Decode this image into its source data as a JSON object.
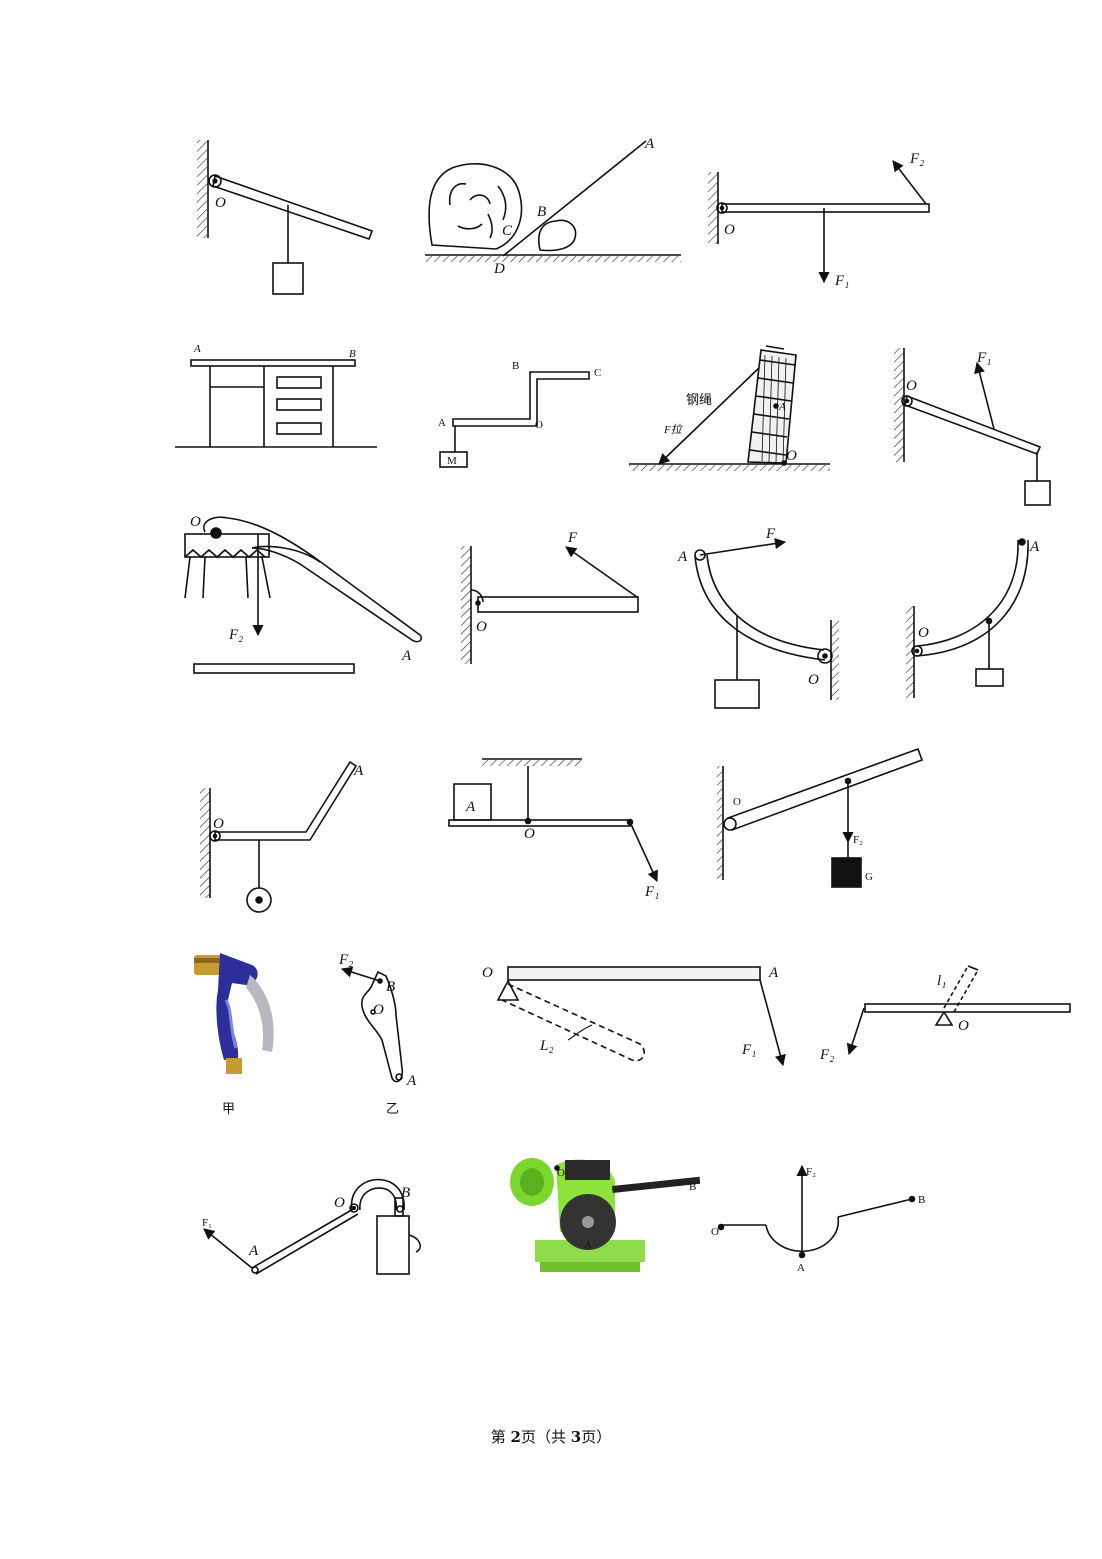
{
  "labels": {
    "d1_O": "O",
    "d2_A": "A",
    "d2_B": "B",
    "d2_C": "C",
    "d2_D": "D",
    "d3_O": "O",
    "d3_F1": "F₁",
    "d3_F2": "F₂",
    "d4_A": "A",
    "d4_B": "B",
    "d5_A": "A",
    "d5_B": "B",
    "d5_C": "C",
    "d5_O": "O",
    "d5_M": "M",
    "d6_rope": "钢绳",
    "d6_F": "F拉",
    "d6_A": "A",
    "d6_O": "O",
    "d7_O": "O",
    "d7_F1": "F₁",
    "d8_O": "O",
    "d8_F2": "F₂",
    "d8_A": "A",
    "d9_F": "F",
    "d9_O": "O",
    "d10_A": "A",
    "d10_F": "F",
    "d10_O": "O",
    "d11_A": "A",
    "d11_O": "O",
    "d12_O": "O",
    "d12_A": "A",
    "d13_A": "A",
    "d13_O": "O",
    "d13_F1": "F₁",
    "d14_O": "O",
    "d14_F2": "F₂",
    "d14_G": "G",
    "d15_jia": "甲",
    "d16_F2": "F₂",
    "d16_B": "B",
    "d16_O": "O",
    "d16_A": "A",
    "d16_yi": "乙",
    "d17_O": "O",
    "d17_A": "A",
    "d17_L2": "L₂",
    "d17_F1": "F₁",
    "d18_l1": "l₁",
    "d18_O": "O",
    "d18_F2": "F₂",
    "d19_F1": "F₁",
    "d19_A": "A",
    "d19_O": "O",
    "d19_B": "B",
    "d20_O": "O",
    "d20_B": "B",
    "d20_A": "A",
    "d21_O": "O",
    "d21_F2": "F₂",
    "d21_B": "B",
    "d21_A": "A"
  },
  "footer": {
    "prefix": "第 ",
    "page": "2",
    "middle": "页（共 ",
    "total": "3",
    "suffix": "页）"
  }
}
